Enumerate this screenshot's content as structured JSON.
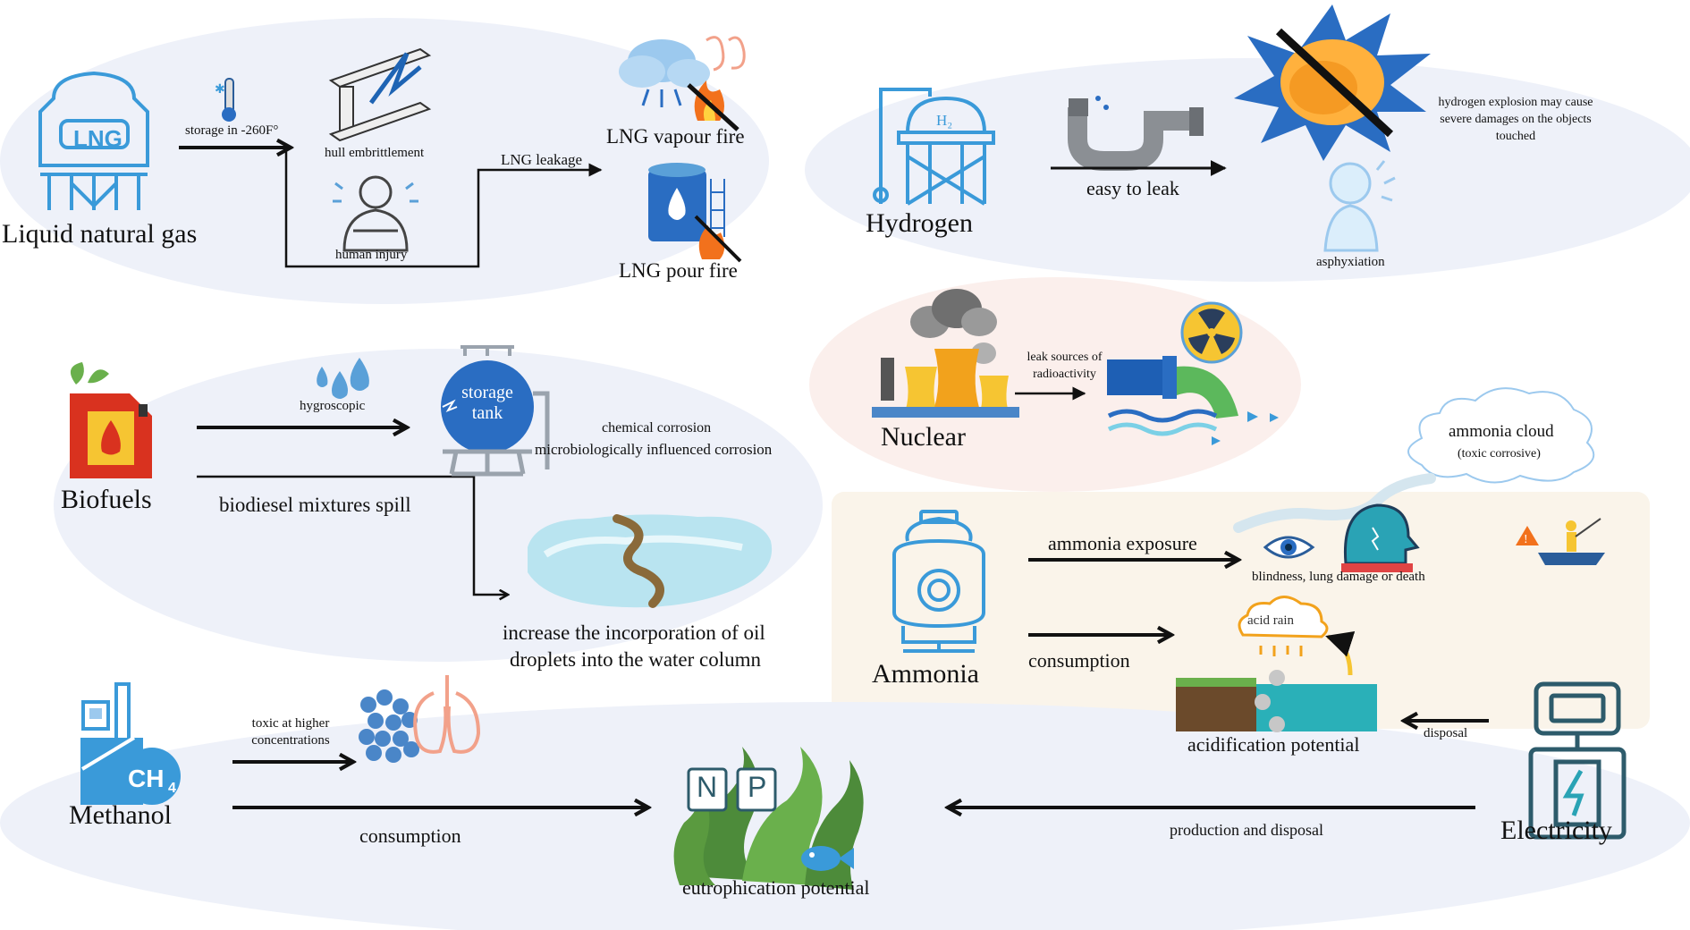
{
  "labels": {
    "lng": "Liquid natural gas",
    "lng_tank_text": "LNG",
    "storage": "storage in -260F°",
    "hull": "hull embrittlement",
    "human_injury": "human injury",
    "lng_leakage": "LNG leakage",
    "vapour_fire": "LNG vapour fire",
    "pour_fire": "LNG pour fire",
    "hydrogen": "Hydrogen",
    "h2_text": "H₂",
    "easy_leak": "easy to leak",
    "h2_explosion": "hydrogen explosion may cause severe damages on the objects touched",
    "asphyxiation": "asphyxiation",
    "nuclear": "Nuclear",
    "leak_sources": "leak sources of radioactivity",
    "biofuels": "Biofuels",
    "hygroscopic": "hygroscopic",
    "storage_tank": "storage tank",
    "chem_corrosion": "chemical corrosion",
    "micro_corrosion": "microbiologically influenced corrosion",
    "biodiesel_spill": "biodiesel mixtures spill",
    "oil_line1": "increase the incorporation of oil",
    "oil_line2": "droplets into the water column",
    "ammonia_cloud": "ammonia cloud",
    "toxic_corrosive": "(toxic corrosive)",
    "ammonia": "Ammonia",
    "ammonia_exposure": "ammonia exposure",
    "blindness": "blindness, lung damage or death",
    "consumption_nh3": "consumption",
    "acid_rain": "acid rain",
    "acidification": "acidification potential",
    "disposal": "disposal",
    "methanol": "Methanol",
    "ch4_text": "CH₄",
    "toxic_higher": "toxic at higher concentrations",
    "consumption_meoh": "consumption",
    "n_letter": "N",
    "p_letter": "P",
    "eutrophication": "eutrophication potential",
    "electricity": "Electricity",
    "production_disposal": "production and disposal"
  },
  "colors": {
    "outline": "#3a9ad9",
    "outline_light": "#9cc9ee",
    "panel_blue": "#eef1f9",
    "panel_pink": "#fbefec",
    "panel_beige": "#faf4ea",
    "arrow": "#111111",
    "fire": "#f2711c",
    "dark_teal": "#2d5b6b"
  },
  "icons": [
    "lng-tank-icon",
    "thermometer-icon",
    "steel-beam-icon",
    "injured-person-icon",
    "cloud-lung-icon",
    "flame-icon",
    "tank-drop-icon",
    "hydrogen-tower-icon",
    "leaking-pipe-icon",
    "explosion-icon",
    "asphyxiation-person-icon",
    "nuclear-plant-icon",
    "radioactive-icon",
    "waste-pipe-icon",
    "fuel-can-icon",
    "water-drops-icon",
    "storage-tank-icon",
    "oil-spill-icon",
    "ammonia-tank-icon",
    "eye-icon",
    "head-icon",
    "fisher-boat-icon",
    "acid-rain-icon",
    "soil-water-icon",
    "methanol-plant-icon",
    "molecules-icon",
    "lungs-icon",
    "seaweed-icon",
    "fish-icon",
    "battery-icon"
  ]
}
